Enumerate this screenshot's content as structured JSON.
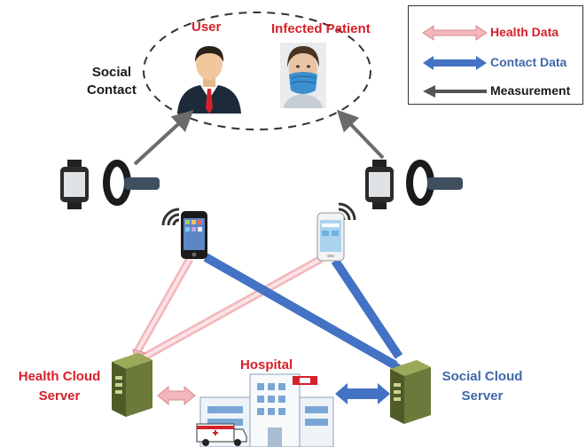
{
  "title": "",
  "people": {
    "user_label": "User",
    "patient_label": "Infected Patient",
    "social_contact_label": "Social\nContact"
  },
  "servers": {
    "health_label": "Health Cloud\nServer",
    "social_label": "Social Cloud\nServer"
  },
  "hospital_label": "Hospital",
  "legend": {
    "items": [
      {
        "label": "Health Data",
        "color": "#f2b6bb",
        "kind": "double-arrow-pink"
      },
      {
        "label": "Contact Data",
        "color": "#4472c4",
        "kind": "double-arrow-blue"
      },
      {
        "label": "Measurement",
        "color": "#666666",
        "kind": "single-arrow-gray"
      }
    ]
  },
  "colors": {
    "health": "#f2b6bb",
    "contact": "#4472c4",
    "measurement": "#6b6b6b",
    "label_red": "#d6202a",
    "label_blue": "#3f68a8"
  },
  "icons": [
    "user-person-icon",
    "infected-patient-icon",
    "smartwatch-icon",
    "fitness-band-icon",
    "smartphone-icon",
    "wifi-icon",
    "server-icon",
    "hospital-icon",
    "ambulance-icon"
  ]
}
